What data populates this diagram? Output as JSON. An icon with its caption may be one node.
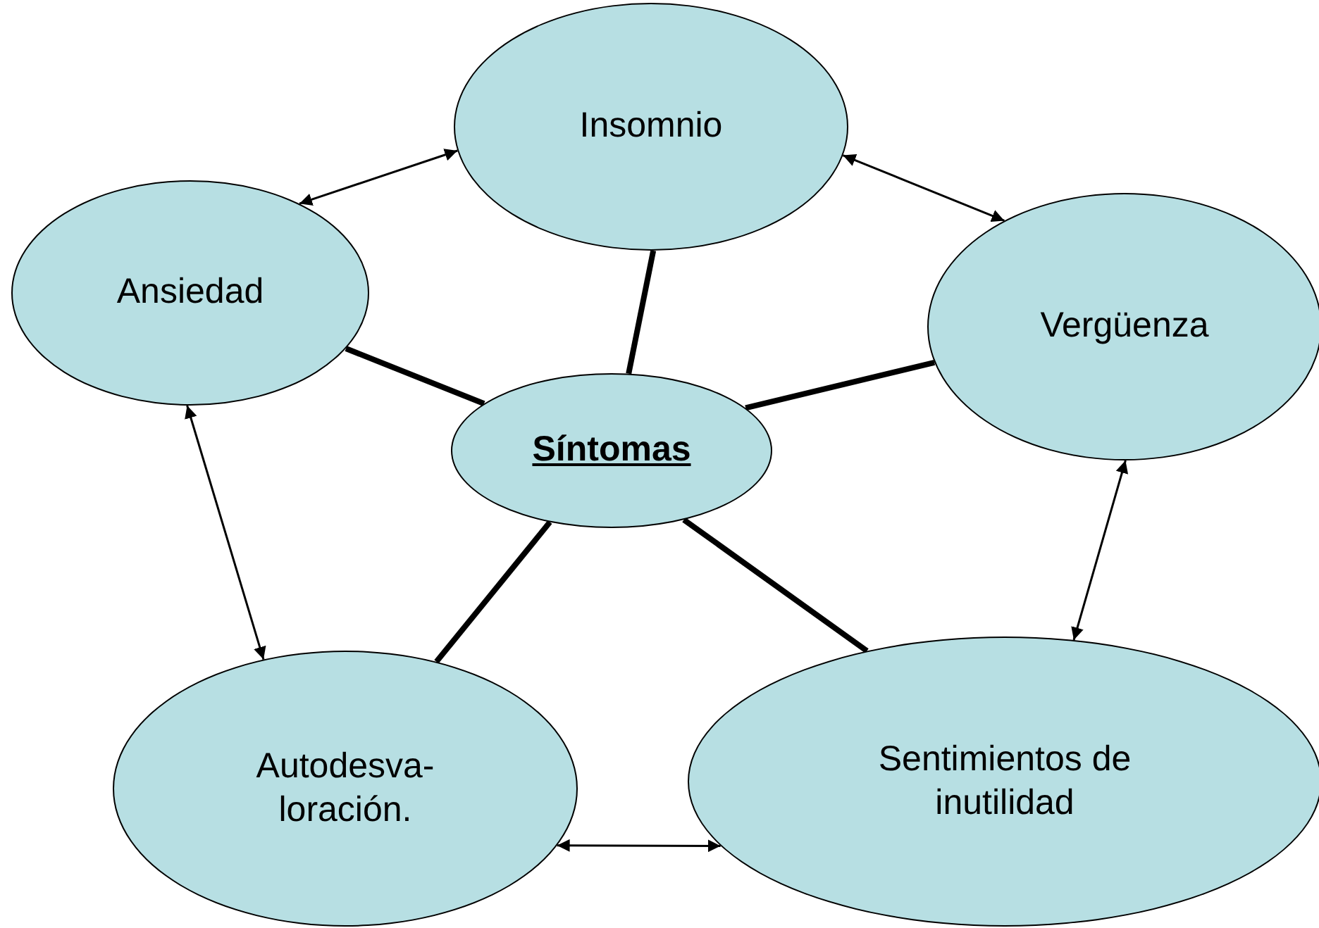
{
  "diagram": {
    "nodes": [
      {
        "text": [
          "Insomnio"
        ]
      },
      {
        "text": [
          "Ansiedad"
        ]
      },
      {
        "text": [
          "Vergüenza"
        ]
      },
      {
        "text": [
          "Síntomas"
        ]
      },
      {
        "text": [
          "Autodesva- loración."
        ]
      },
      {
        "text": [
          "Sentimientos de inutilidad"
        ]
      }
    ],
    "edges": [
      {
        "from": 3,
        "to": 0,
        "arrow": "none",
        "style": "thick"
      },
      {
        "from": 3,
        "to": 1,
        "arrow": "none",
        "style": "thick"
      },
      {
        "from": 3,
        "to": 2,
        "arrow": "none",
        "style": "thick"
      },
      {
        "from": 3,
        "to": 4,
        "arrow": "none",
        "style": "thick"
      },
      {
        "from": 3,
        "to": 5,
        "arrow": "none",
        "style": "thick"
      },
      {
        "from": 1,
        "to": 0,
        "arrow": "both"
      },
      {
        "from": 0,
        "to": 2,
        "arrow": "both"
      },
      {
        "from": 2,
        "to": 5,
        "arrow": "both"
      },
      {
        "from": 4,
        "to": 5,
        "arrow": "both"
      },
      {
        "from": 1,
        "to": 4,
        "arrow": "both"
      }
    ]
  }
}
